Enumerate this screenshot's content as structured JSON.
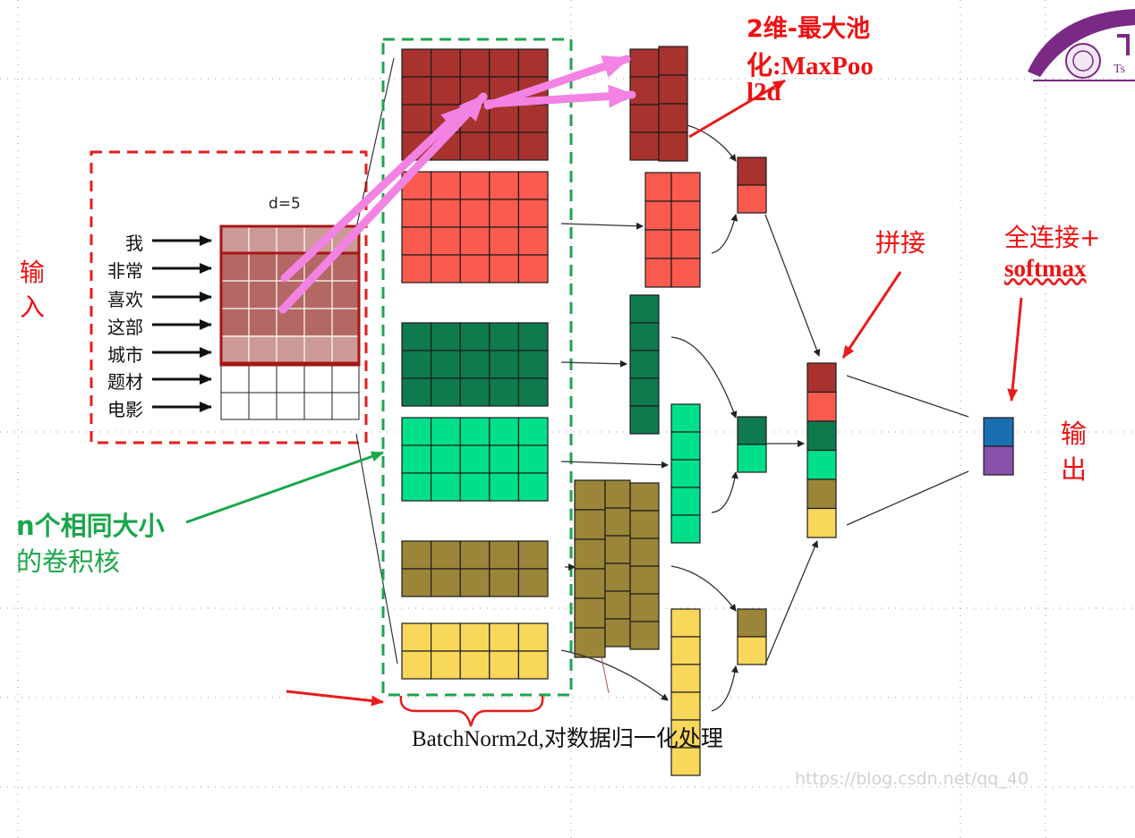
{
  "input": {
    "label_line1": "输",
    "label_line2": "入",
    "dim_label": "d=5",
    "words": [
      "我",
      "非常",
      "喜欢",
      "这部",
      "城市",
      "题材",
      "电影"
    ]
  },
  "kernels": {
    "label_line1": "n个相同大小",
    "label_line2": "的卷积核",
    "colors": [
      "#a8332e",
      "#fb5a4f",
      "#0e7a4e",
      "#00e08a",
      "#9a8538",
      "#f8d75a"
    ]
  },
  "pooling": {
    "label_line1": "2维-最大池",
    "label_line2": "化:MaxPoo",
    "label_line3": "l2d"
  },
  "concat": {
    "label": "拼接"
  },
  "fc": {
    "label_line1": "全连接+",
    "label_line2": "softmax",
    "colors": [
      "#1a6fb0",
      "#8a50ac"
    ]
  },
  "output": {
    "label_line1": "输",
    "label_line2": "出"
  },
  "batchnorm": {
    "label": "BatchNorm2d,对数据归一化处理"
  },
  "watermark": "https://blog.csdn.net/qq_40",
  "logo": {
    "text": "Ts"
  }
}
